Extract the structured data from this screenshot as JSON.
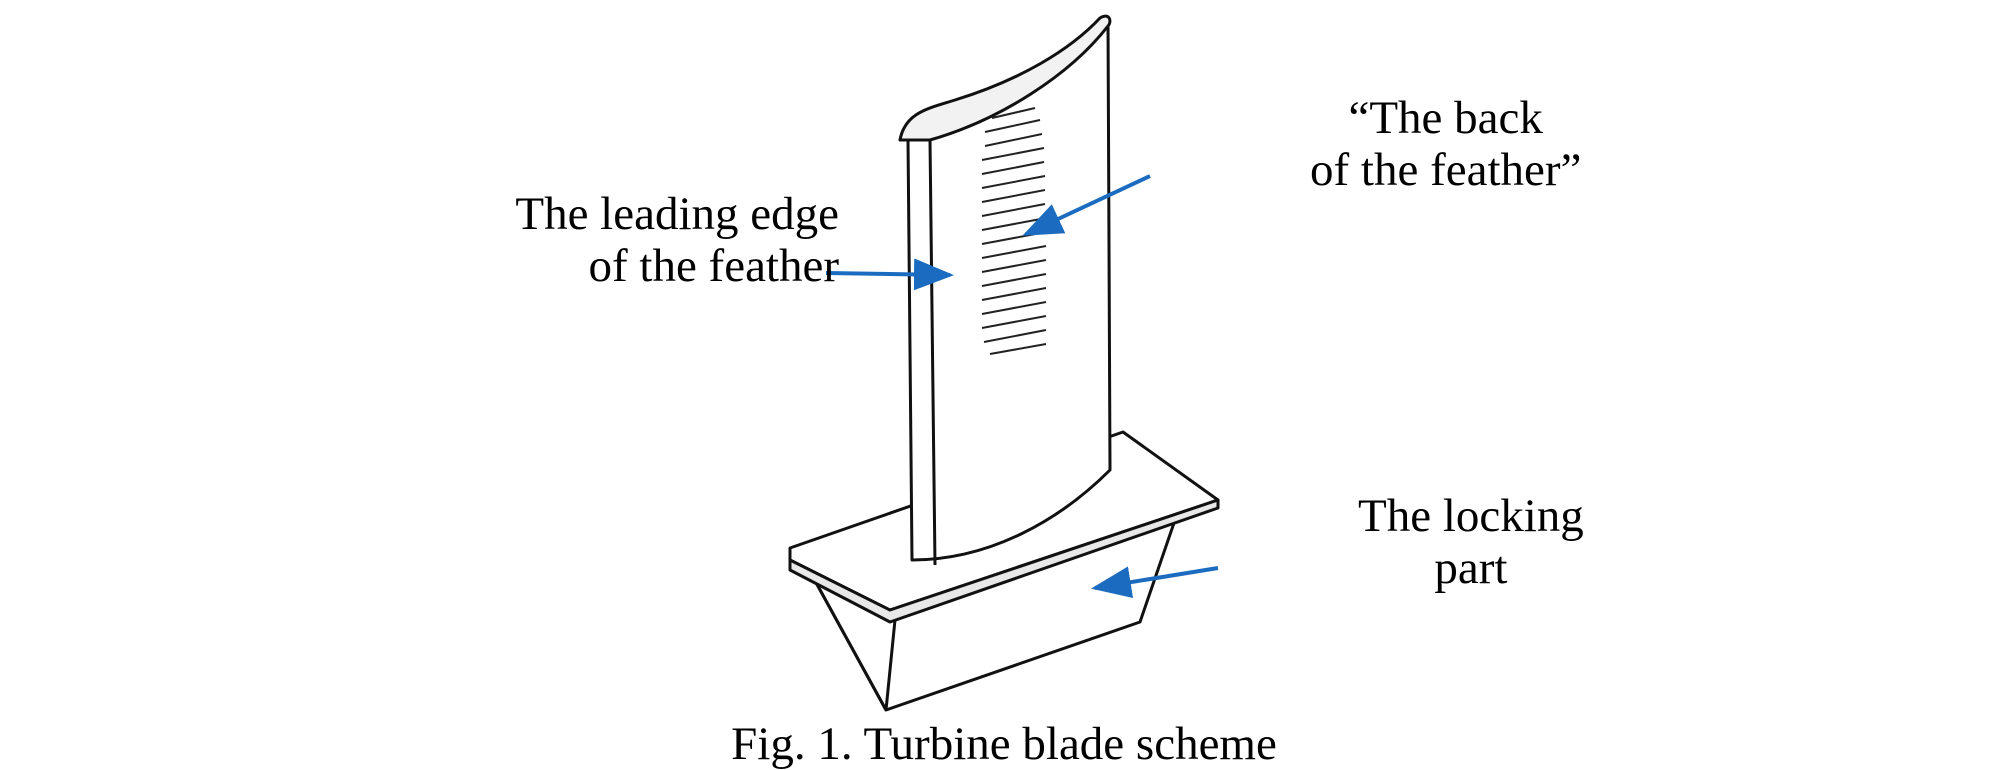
{
  "labels": {
    "leading_edge": [
      "The leading edge",
      "of the feather"
    ],
    "back": [
      "“The back",
      "of the feather”"
    ],
    "locking_part": [
      "The locking",
      "part"
    ]
  },
  "caption": "Fig. 1. Turbine blade scheme",
  "colors": {
    "arrow": "#1b6cc0",
    "line": "#111111",
    "background": "#ffffff"
  }
}
